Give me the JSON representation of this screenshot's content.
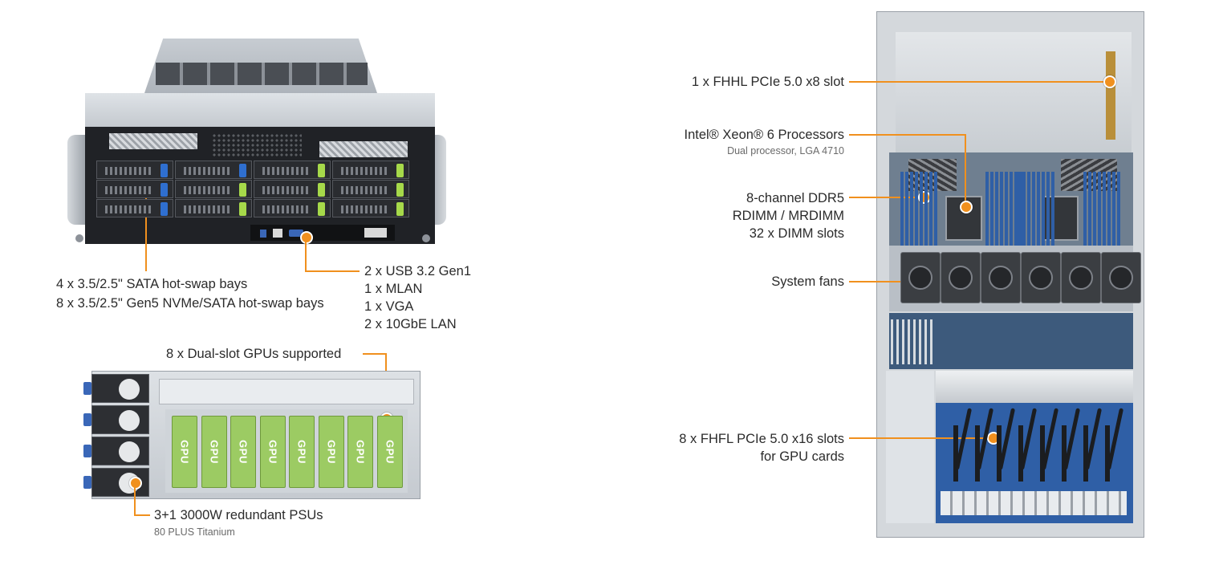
{
  "colors": {
    "accent": "#f0901e",
    "gpu_green": "#9ccb63",
    "chassis": "#c9ced4",
    "board_blue": "#2f5fa6"
  },
  "callouts": {
    "pcie_slot": "1 x FHHL PCIe 5.0 x8 slot",
    "processor_main": "Intel® Xeon® 6 Processors",
    "processor_sub": "Dual processor, LGA 4710",
    "memory_line1": "8-channel DDR5",
    "memory_line2": "RDIMM / MRDIMM",
    "memory_line3": "32 x DIMM slots",
    "fans": "System fans",
    "gpu_slots_line1": "8 x FHFL PCIe 5.0 x16 slots",
    "gpu_slots_line2": "for GPU cards",
    "bays_line1": "4 x 3.5/2.5\" SATA hot-swap bays",
    "bays_line2": "8 x 3.5/2.5\" Gen5 NVMe/SATA hot-swap bays",
    "io_line1": "2 x USB 3.2 Gen1",
    "io_line2": "1 x MLAN",
    "io_line3": "1 x VGA",
    "io_line4": "2 x 10GbE LAN",
    "gpus_supported": "8 x Dual-slot GPUs supported",
    "psu_main": "3+1 3000W redundant PSUs",
    "psu_sub": "80 PLUS Titanium"
  },
  "gpu_card_label": "GPU",
  "icons": [
    "server-front-image",
    "server-rear-image",
    "server-top-image",
    "fan-icon",
    "psu-icon",
    "drive-bay-icon"
  ]
}
